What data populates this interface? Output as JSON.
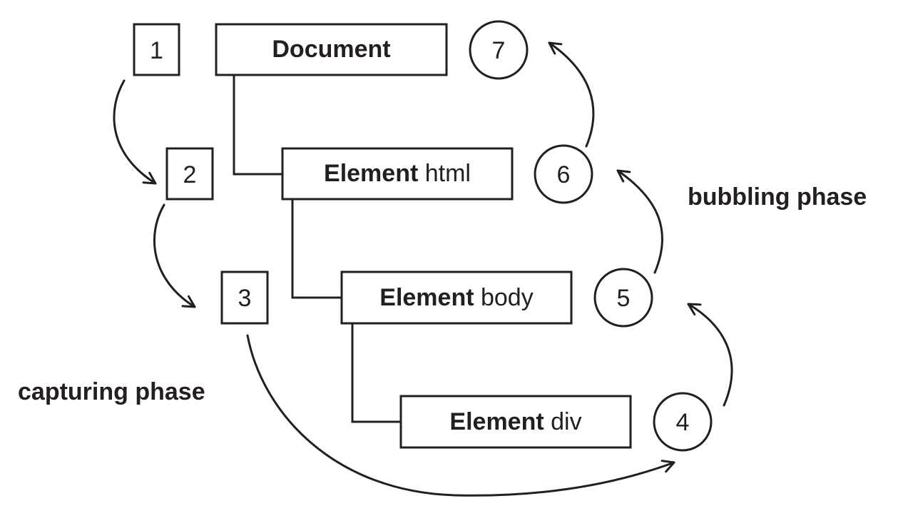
{
  "diagram": {
    "nodes": [
      {
        "id": "document",
        "bold": "Document",
        "light": ""
      },
      {
        "id": "html",
        "bold": "Element",
        "light": " html"
      },
      {
        "id": "body",
        "bold": "Element",
        "light": " body"
      },
      {
        "id": "div",
        "bold": "Element",
        "light": " div"
      }
    ],
    "capture_steps": [
      "1",
      "2",
      "3"
    ],
    "bubble_steps": [
      "4",
      "5",
      "6",
      "7"
    ],
    "labels": {
      "capturing": "capturing phase",
      "bubbling": "bubbling phase"
    },
    "colors": {
      "stroke": "#231f20",
      "background": "#ffffff"
    }
  }
}
